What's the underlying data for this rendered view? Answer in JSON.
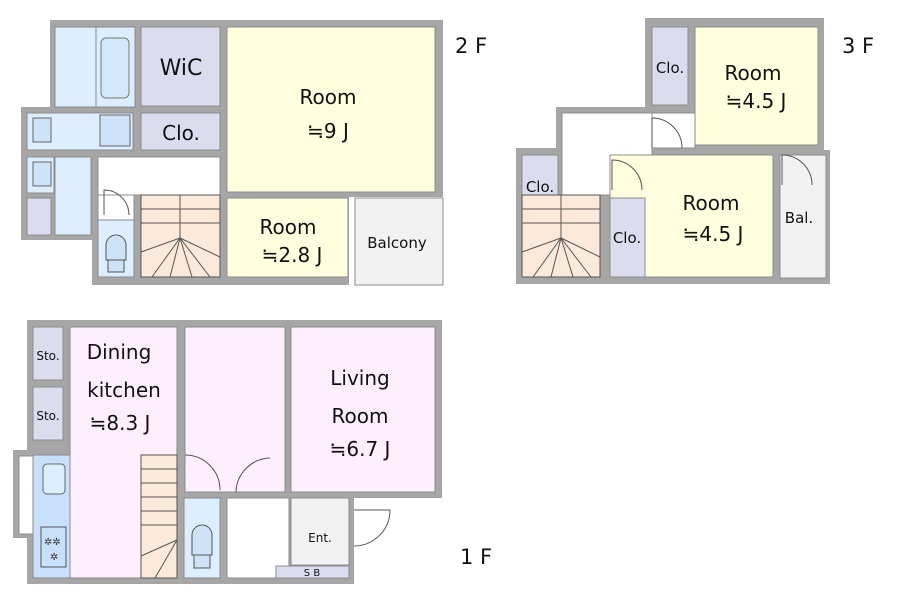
{
  "floors": {
    "f2": {
      "label": "2 F",
      "rooms": {
        "wic": "WiC",
        "room_large": {
          "name": "Room",
          "size": "≒9 J"
        },
        "closet": "Clo.",
        "room_small": {
          "name": "Room",
          "size": "≒2.8 J"
        },
        "balcony": "Balcony"
      }
    },
    "f3": {
      "label": "3 F",
      "rooms": {
        "closet_top": "Clo.",
        "room_top": {
          "name": "Room",
          "size": "≒4.5 J"
        },
        "closet_left": "Clo.",
        "closet_mid": "Clo.",
        "room_bottom": {
          "name": "Room",
          "size": "≒4.5 J"
        },
        "balcony": "Bal."
      }
    },
    "f1": {
      "label": "1 F",
      "rooms": {
        "storage_1": "Sto.",
        "storage_2": "Sto.",
        "dining_kitchen": {
          "name1": "Dining",
          "name2": "kitchen",
          "size": "≒8.3 J"
        },
        "living_room": {
          "name1": "Living",
          "name2": "Room",
          "size": "≒6.7 J"
        },
        "entrance": "Ent.",
        "shoe_box": "S B"
      }
    }
  }
}
